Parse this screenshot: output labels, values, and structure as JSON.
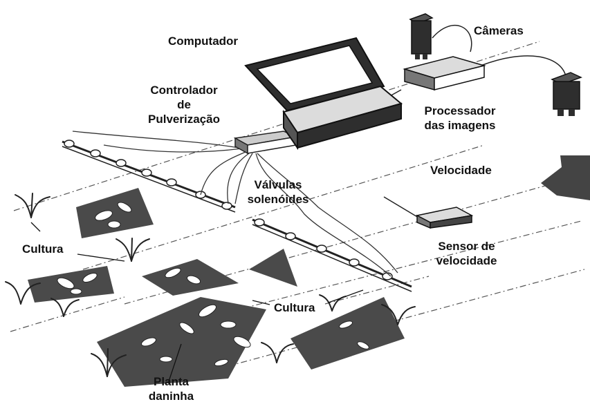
{
  "labels": {
    "computer": "Computador",
    "cameras": "Câmeras",
    "spray_controller": [
      "Controlador",
      "de",
      "Pulverização"
    ],
    "image_processor": [
      "Processador",
      "das imagens"
    ],
    "speed": "Velocidade",
    "solenoid_valves": [
      "Válvulas",
      "solenóides"
    ],
    "crop_left": "Cultura",
    "crop_center": "Cultura",
    "speed_sensor": [
      "Sensor de",
      "velocidade"
    ],
    "weed": [
      "Planta",
      "daninha"
    ]
  },
  "colors": {
    "ink": "#111111",
    "weed_patch": "#4a4a4a",
    "device_dark": "#2e2e2e",
    "device_face": "#dcdcdc"
  }
}
